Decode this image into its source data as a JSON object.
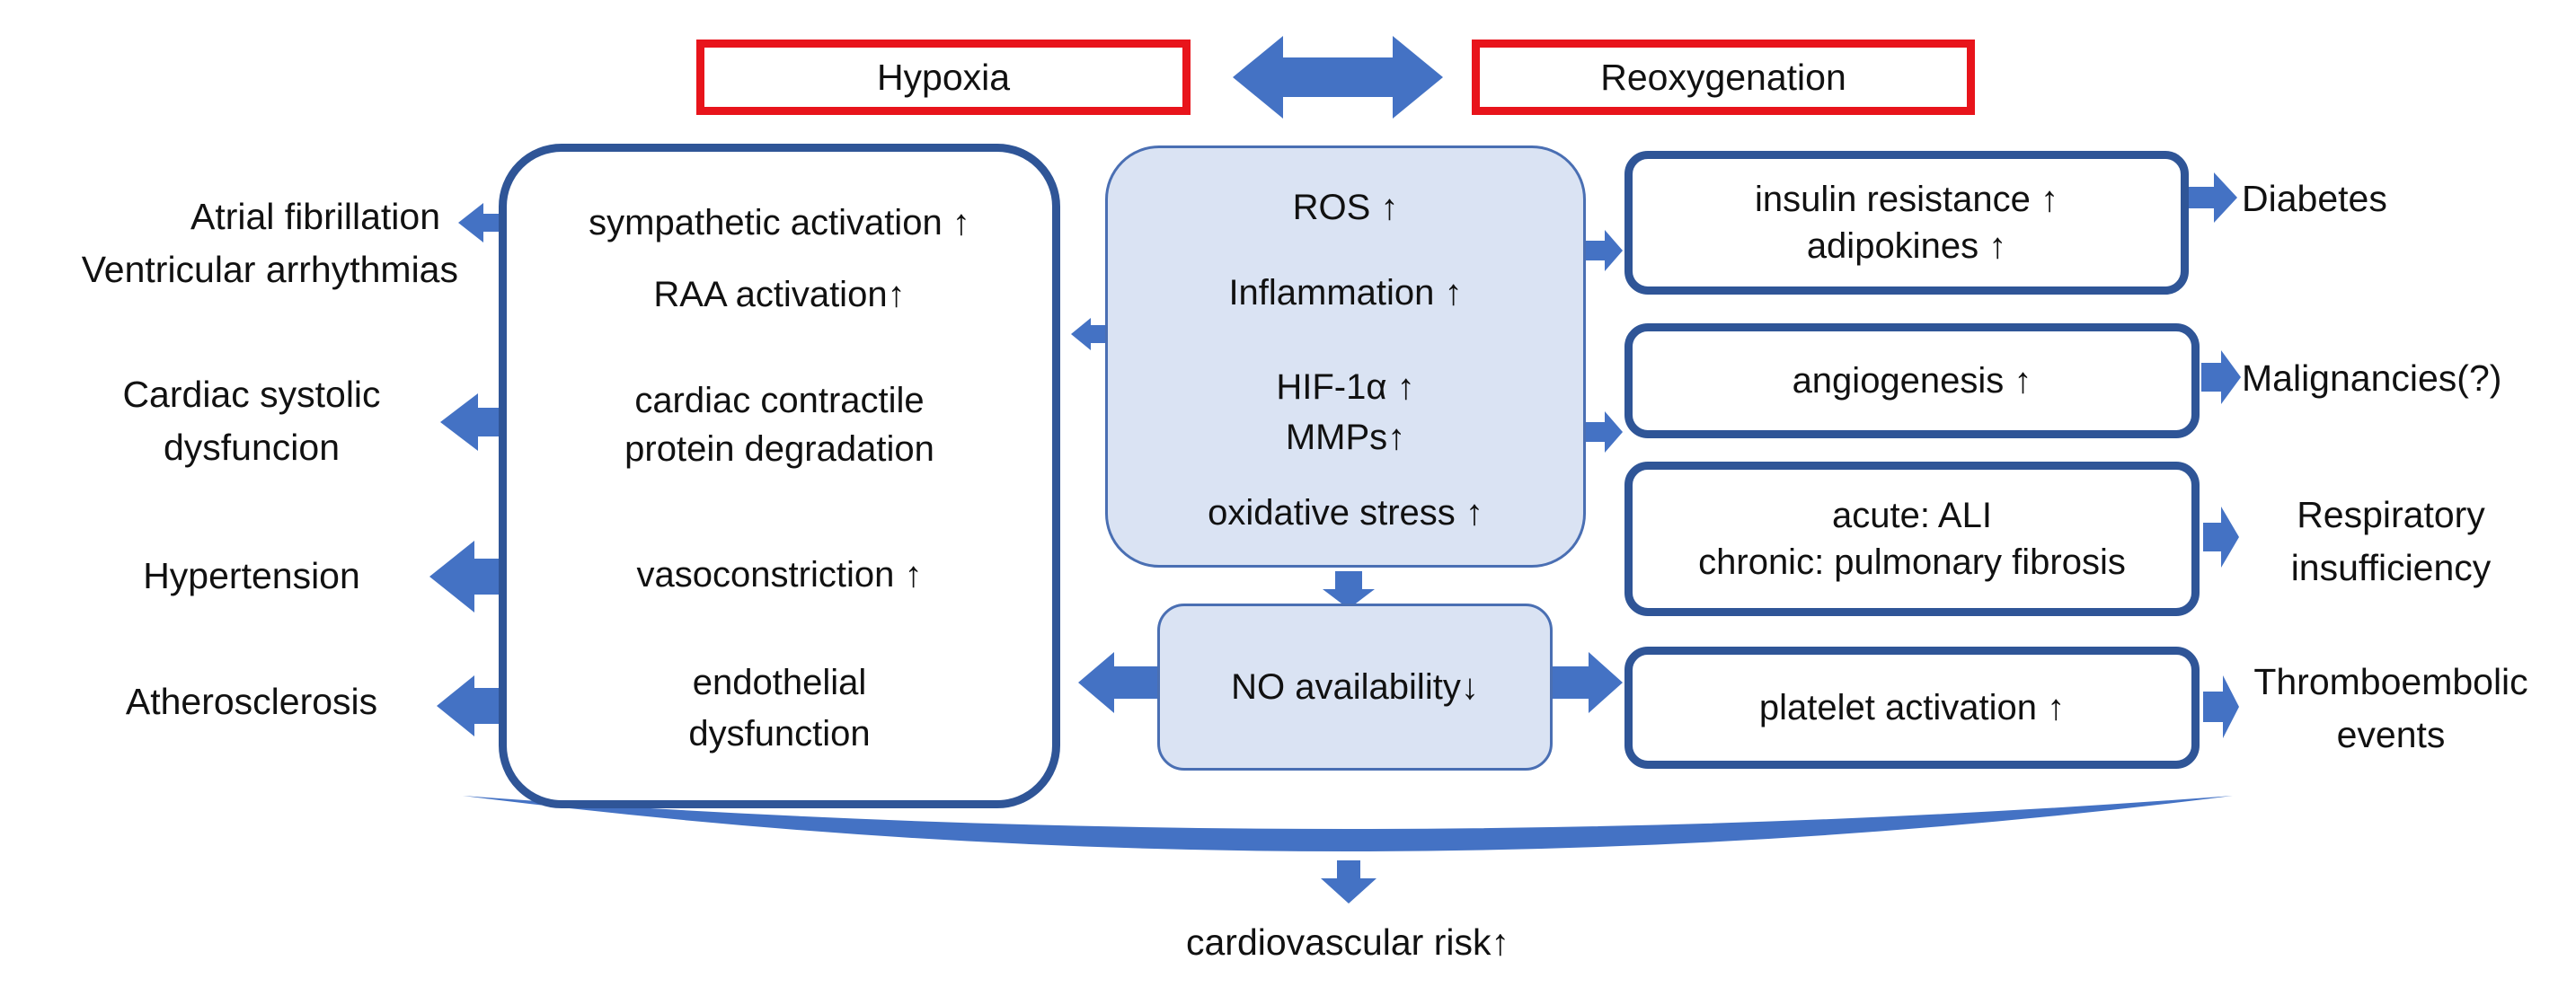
{
  "header": {
    "hypoxia": "Hypoxia",
    "reoxygenation": "Reoxygenation"
  },
  "left_box": {
    "items": [
      "sympathetic activation ↑",
      "RAA activation↑",
      "cardiac contractile",
      "protein degradation",
      "vasoconstriction ↑",
      "endothelial",
      "dysfunction"
    ]
  },
  "center_box": {
    "items": [
      "ROS ↑",
      "Inflammation ↑",
      "HIF-1α ↑",
      "MMPs↑",
      "oxidative stress ↑"
    ]
  },
  "no_box": {
    "label": "NO availability↓"
  },
  "right_boxes": {
    "metabolic": [
      "insulin resistance ↑",
      "adipokines ↑"
    ],
    "angiogenesis": "angiogenesis ↑",
    "lung": [
      "acute: ALI",
      "chronic: pulmonary fibrosis"
    ],
    "platelet": "platelet activation ↑"
  },
  "left_outcomes": {
    "arrhythmia": [
      "Atrial fibrillation",
      "Ventricular arrhythmias"
    ],
    "systolic": [
      "Cardiac systolic",
      "dysfuncion"
    ],
    "hypertension": "Hypertension",
    "atherosclerosis": "Atherosclerosis"
  },
  "right_outcomes": {
    "diabetes": "Diabetes",
    "malignancies": "Malignancies(?)",
    "respiratory": [
      "Respiratory",
      "insufficiency"
    ],
    "thrombo": [
      "Thromboembolic",
      "events"
    ]
  },
  "bottom": {
    "label": "cardiovascular risk↑"
  },
  "colors": {
    "red_border": "#e8141b",
    "blue_border": "#2f5597",
    "arrow": "#4472c4",
    "fill": "#dae3f3"
  }
}
